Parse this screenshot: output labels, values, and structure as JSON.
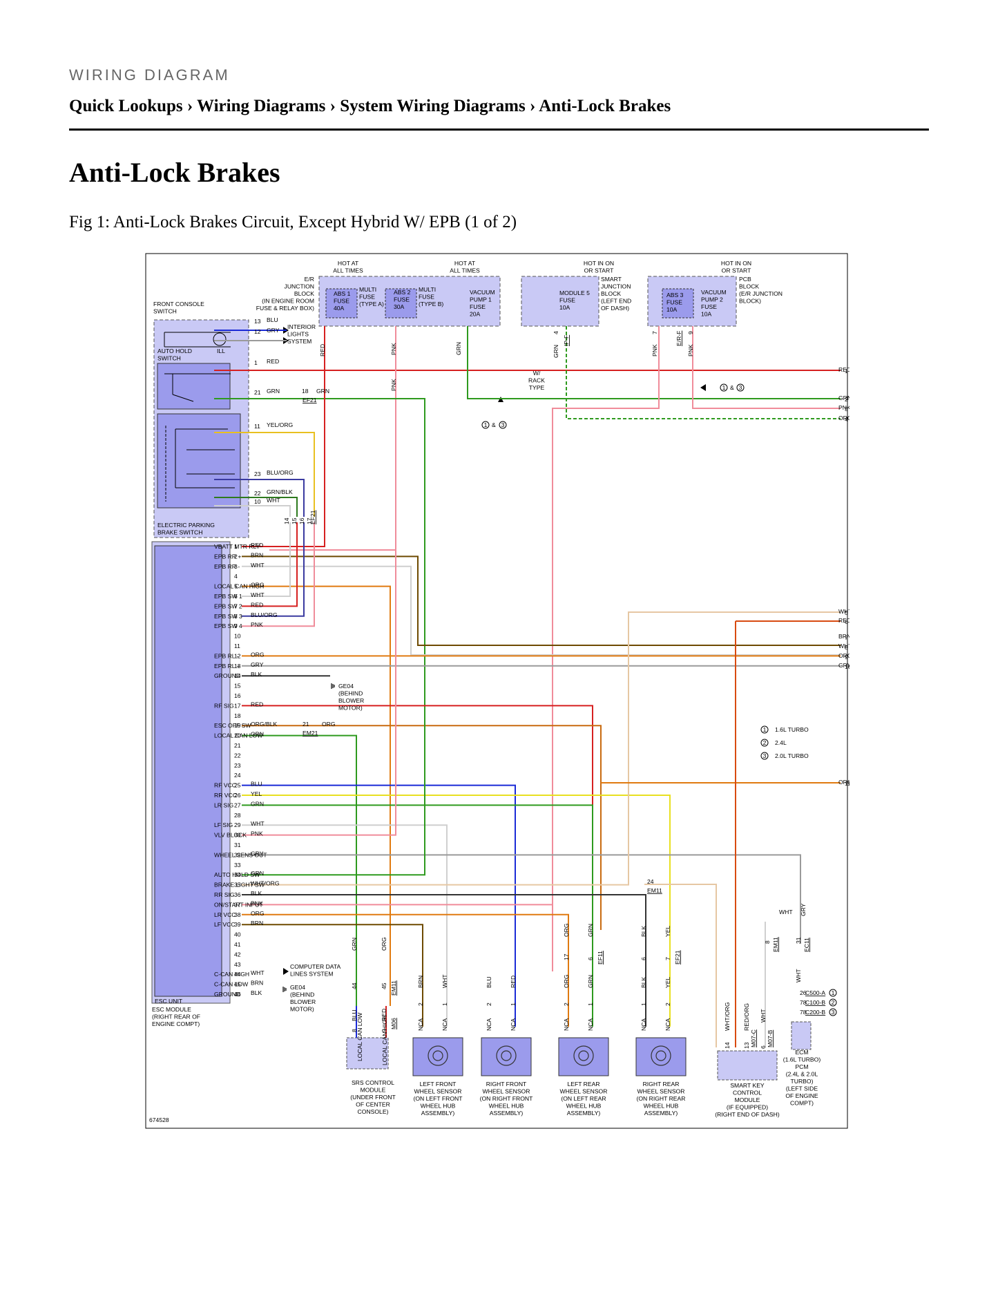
{
  "header": {
    "kicker": "WIRING DIAGRAM",
    "breadcrumb": [
      "Quick Lookups",
      "Wiring Diagrams",
      "System Wiring Diagrams",
      "Anti-Lock Brakes"
    ],
    "separator": " › "
  },
  "page_title": "Anti-Lock Brakes",
  "figure_caption": "Fig 1: Anti-Lock Brakes Circuit, Except Hybrid W/ EPB (1 of 2)",
  "diagram": {
    "figure_id": "674528",
    "top_labels": [
      {
        "id": "hot1",
        "lines": [
          "HOT AT",
          "ALL TIMES"
        ]
      },
      {
        "id": "hot2",
        "lines": [
          "HOT AT",
          "ALL TIMES"
        ]
      },
      {
        "id": "hot3",
        "lines": [
          "HOT IN ON",
          "OR START"
        ]
      },
      {
        "id": "hot4",
        "lines": [
          "HOT IN ON",
          "OR START"
        ]
      }
    ],
    "er_junction": [
      "E/R",
      "JUNCTION",
      "BLOCK",
      "(IN ENGINE ROOM",
      "FUSE & RELAY BOX)"
    ],
    "fuses": [
      {
        "id": "abs1",
        "lines": [
          "ABS 1",
          "FUSE",
          "40A"
        ]
      },
      {
        "id": "mf_a",
        "lines": [
          "MULTI",
          "FUSE",
          "(TYPE A)"
        ]
      },
      {
        "id": "abs2",
        "lines": [
          "ABS 2",
          "FUSE",
          "30A"
        ]
      },
      {
        "id": "mf_b",
        "lines": [
          "MULTI",
          "FUSE",
          "(TYPE B)"
        ]
      },
      {
        "id": "vac1",
        "lines": [
          "VACUUM",
          "PUMP 1",
          "FUSE",
          "20A"
        ]
      },
      {
        "id": "mod5",
        "lines": [
          "MODULE 5",
          "FUSE",
          "10A"
        ]
      },
      {
        "id": "abs3",
        "lines": [
          "ABS 3",
          "FUSE",
          "10A"
        ]
      },
      {
        "id": "vac2",
        "lines": [
          "VACUUM",
          "PUMP 2",
          "FUSE",
          "10A"
        ]
      }
    ],
    "smart_junction": [
      "SMART",
      "JUNCTION",
      "BLOCK",
      "(LEFT END",
      "OF DASH)"
    ],
    "pcb_block": [
      "PCB",
      "BLOCK",
      "(E/R JUNCTION",
      "BLOCK)"
    ],
    "front_console": [
      "FRONT CONSOLE",
      "SWITCH"
    ],
    "interior_lights": [
      "INTERIOR",
      "LIGHTS",
      "SYSTEM"
    ],
    "auto_hold": [
      "AUTO HOLD",
      "SWITCH"
    ],
    "ill": "ILL",
    "epb_switch": [
      "ELECTRIC PARKING",
      "BRAKE SWITCH"
    ],
    "rack": [
      "W/",
      "RACK",
      "TYPE"
    ],
    "ground_ge04": [
      "GE04",
      "(BEHIND",
      "BLOWER",
      "MOTOR)"
    ],
    "computer_data": [
      "COMPUTER DATA",
      "LINES SYSTEM"
    ],
    "esc_unit": "ESC UNIT",
    "esc_module": [
      "ESC MODULE",
      "(RIGHT REAR OF",
      "ENGINE COMPT)"
    ],
    "esc_pins": [
      {
        "n": "1",
        "label": "VBATT MTR RLY",
        "wire": "RED"
      },
      {
        "n": "2",
        "label": "EPB RR +",
        "wire": "BRN"
      },
      {
        "n": "3",
        "label": "EPB RR -",
        "wire": "WHT"
      },
      {
        "n": "4",
        "label": "",
        "wire": ""
      },
      {
        "n": "5",
        "label": "LOCAL CAN HIGH",
        "wire": "ORG"
      },
      {
        "n": "6",
        "label": "EPB SW 1",
        "wire": "WHT"
      },
      {
        "n": "7",
        "label": "EPB SW 2",
        "wire": "RED"
      },
      {
        "n": "8",
        "label": "EPB SW 3",
        "wire": "BLU/ORG"
      },
      {
        "n": "9",
        "label": "EPB SW 4",
        "wire": "PNK"
      },
      {
        "n": "10",
        "label": "",
        "wire": ""
      },
      {
        "n": "11",
        "label": "",
        "wire": ""
      },
      {
        "n": "12",
        "label": "EPB RL -",
        "wire": "ORG"
      },
      {
        "n": "13",
        "label": "EPB RL +",
        "wire": "GRY"
      },
      {
        "n": "14",
        "label": "GROUND",
        "wire": "BLK"
      },
      {
        "n": "15",
        "label": "",
        "wire": ""
      },
      {
        "n": "16",
        "label": "",
        "wire": ""
      },
      {
        "n": "17",
        "label": "RF SIG",
        "wire": "RED"
      },
      {
        "n": "18",
        "label": "",
        "wire": ""
      },
      {
        "n": "19",
        "label": "ESC OFF SW",
        "wire": "ORG/BLK"
      },
      {
        "n": "20",
        "label": "LOCAL CAN LOW",
        "wire": "GRN"
      },
      {
        "n": "21",
        "label": "",
        "wire": ""
      },
      {
        "n": "22",
        "label": "",
        "wire": ""
      },
      {
        "n": "23",
        "label": "",
        "wire": ""
      },
      {
        "n": "24",
        "label": "",
        "wire": ""
      },
      {
        "n": "25",
        "label": "RF VCC",
        "wire": "BLU"
      },
      {
        "n": "26",
        "label": "RR VCC",
        "wire": "YEL"
      },
      {
        "n": "27",
        "label": "LR SIG",
        "wire": "GRN"
      },
      {
        "n": "28",
        "label": "",
        "wire": ""
      },
      {
        "n": "29",
        "label": "LF SIG",
        "wire": "WHT"
      },
      {
        "n": "30",
        "label": "VLV BLOCK",
        "wire": "PNK"
      },
      {
        "n": "31",
        "label": "",
        "wire": ""
      },
      {
        "n": "32",
        "label": "WHEEL SENS OUT",
        "wire": "GRY"
      },
      {
        "n": "33",
        "label": "",
        "wire": ""
      },
      {
        "n": "34",
        "label": "AUTO HOLD SW",
        "wire": "GRN"
      },
      {
        "n": "35",
        "label": "BRAKE LIGHT SW",
        "wire": "WHT/ORG"
      },
      {
        "n": "36",
        "label": "RR SIG",
        "wire": "BLK"
      },
      {
        "n": "37",
        "label": "ON/START INPUT",
        "wire": "PNK"
      },
      {
        "n": "38",
        "label": "LR VCC",
        "wire": "ORG"
      },
      {
        "n": "39",
        "label": "LF VCC",
        "wire": "BRN"
      },
      {
        "n": "40",
        "label": "",
        "wire": ""
      },
      {
        "n": "41",
        "label": "",
        "wire": ""
      },
      {
        "n": "42",
        "label": "",
        "wire": ""
      },
      {
        "n": "43",
        "label": "",
        "wire": ""
      },
      {
        "n": "44",
        "label": "C-CAN HIGH",
        "wire": "WHT"
      },
      {
        "n": "45",
        "label": "C-CAN LOW",
        "wire": "BRN"
      },
      {
        "n": "46",
        "label": "GROUND",
        "wire": "BLK"
      }
    ],
    "switch_pins": [
      {
        "n": "13",
        "wire": "BLU"
      },
      {
        "n": "12",
        "wire": "GRY"
      },
      {
        "n": "1",
        "wire": "RED"
      },
      {
        "n": "21",
        "wire": "GRN"
      },
      {
        "n": "11",
        "wire": "YEL/ORG"
      },
      {
        "n": "23",
        "wire": "BLU/ORG"
      },
      {
        "n": "22",
        "wire": "GRN/BLK"
      },
      {
        "n": "10",
        "wire": "WHT"
      }
    ],
    "ef21": {
      "pin": "18",
      "wire": "GRN",
      "name": "EF21"
    },
    "ef21_pins": [
      "14",
      "15",
      "16",
      "17"
    ],
    "em21": {
      "pin": "21",
      "wire": "ORG",
      "name": "EM21"
    },
    "right_wires": [
      {
        "n": "1",
        "wire": "RED"
      },
      {
        "n": "2",
        "wire": "GRN"
      },
      {
        "n": "3",
        "wire": "PNK"
      },
      {
        "n": "4",
        "wire": "ORG"
      },
      {
        "n": "5",
        "wire": "WHT/ORG"
      },
      {
        "n": "6",
        "wire": "RED/ORG"
      },
      {
        "n": "7",
        "wire": "BRN"
      },
      {
        "n": "8",
        "wire": "WHT"
      },
      {
        "n": "9",
        "wire": "ORG"
      },
      {
        "n": "10",
        "wire": "GRY"
      },
      {
        "n": "11",
        "wire": "ORG"
      }
    ],
    "vertical_tags": {
      "red": "RED",
      "pnk": "PNK",
      "grn": "GRN",
      "grn2": "GRN",
      "ipf": "IP-F",
      "pnk2": "PNK",
      "pnk3": "PNK",
      "erf": "E/R-F",
      "pnk4": "PNK"
    },
    "fuse_pins": {
      "p4": "4",
      "p7": "7",
      "p9": "9"
    },
    "variants": [
      {
        "n": "1",
        "label": "1.6L TURBO"
      },
      {
        "n": "2",
        "label": "2.4L"
      },
      {
        "n": "3",
        "label": "2.0L TURBO"
      }
    ],
    "variant_refs": {
      "a": "1",
      "and": "&",
      "b": "3",
      "c": "1",
      "d": "3"
    },
    "em11": {
      "pin": "24",
      "name": "EM11"
    },
    "srs": {
      "pins": [
        "8",
        "9"
      ],
      "labels": [
        "LOCAL CAN LOW",
        "LOCAL CAN HIGH"
      ],
      "connector": "M06",
      "em11_pins": [
        "44",
        "45"
      ],
      "name": [
        "SRS CONTROL",
        "MODULE",
        "(UNDER FRONT",
        "OF CENTER",
        "CONSOLE)"
      ],
      "wires_top": [
        "GRN",
        "ORG"
      ],
      "wires_bottom": [
        "BLU",
        "RED"
      ]
    },
    "sensors": [
      {
        "id": "lf",
        "pins": [
          "2",
          "1"
        ],
        "wires": [
          "BRN",
          "WHT"
        ],
        "nca": "NCA",
        "name": [
          "LEFT FRONT",
          "WHEEL SENSOR",
          "(ON LEFT FRONT",
          "WHEEL HUB",
          "ASSEMBLY)"
        ]
      },
      {
        "id": "rf",
        "pins": [
          "2",
          "1"
        ],
        "wires": [
          "BLU",
          "RED"
        ],
        "nca": "NCA",
        "name": [
          "RIGHT FRONT",
          "WHEEL SENSOR",
          "(ON RIGHT FRONT",
          "WHEEL HUB",
          "ASSEMBLY)"
        ]
      },
      {
        "id": "lr",
        "pins": [
          "2",
          "1"
        ],
        "wires": [
          "ORG",
          "GRN"
        ],
        "nca": "NCA",
        "name": [
          "LEFT REAR",
          "WHEEL SENSOR",
          "(ON LEFT REAR",
          "WHEEL HUB",
          "ASSEMBLY)"
        ],
        "conn": {
          "pins": [
            "17",
            "6"
          ],
          "name": "EF11",
          "wires": [
            "ORG",
            "GRN"
          ]
        }
      },
      {
        "id": "rr",
        "pins": [
          "1",
          "2"
        ],
        "wires": [
          "BLK",
          "YEL"
        ],
        "nca": "NCA",
        "name": [
          "RIGHT REAR",
          "WHEEL SENSOR",
          "(ON RIGHT REAR",
          "WHEEL HUB",
          "ASSEMBLY)"
        ],
        "conn": {
          "pins": [
            "6",
            "7"
          ],
          "name": "EF21",
          "wires": [
            "BLK",
            "YEL"
          ]
        }
      }
    ],
    "smart_key": {
      "pins": [
        "14",
        "13",
        "6"
      ],
      "conn": "M07-C",
      "conn2": "M07-B",
      "wires": [
        "WHT/ORG",
        "RED/ORG",
        "WHT"
      ],
      "name": [
        "SMART KEY",
        "CONTROL",
        "MODULE",
        "(IF EQUIPPED)",
        "(RIGHT END OF DASH)"
      ]
    },
    "ecm": {
      "name": [
        "ECM",
        "(1.6L TURBO)",
        "PCM",
        "(2.4L & 2.0L",
        "TURBO)",
        "(LEFT SIDE",
        "OF ENGINE",
        "COMPT)"
      ],
      "conns": [
        {
          "pin": "26",
          "name": "C500-A",
          "v": "1"
        },
        {
          "pin": "78",
          "name": "C100-B",
          "v": "2"
        },
        {
          "pin": "78",
          "name": "C200-B",
          "v": "3"
        }
      ]
    },
    "em11_right": {
      "pins": [
        "8",
        "31"
      ],
      "names": [
        "EM11",
        "EC11"
      ],
      "wires": [
        "WHT",
        "GRY"
      ],
      "wht": "WHT"
    }
  }
}
